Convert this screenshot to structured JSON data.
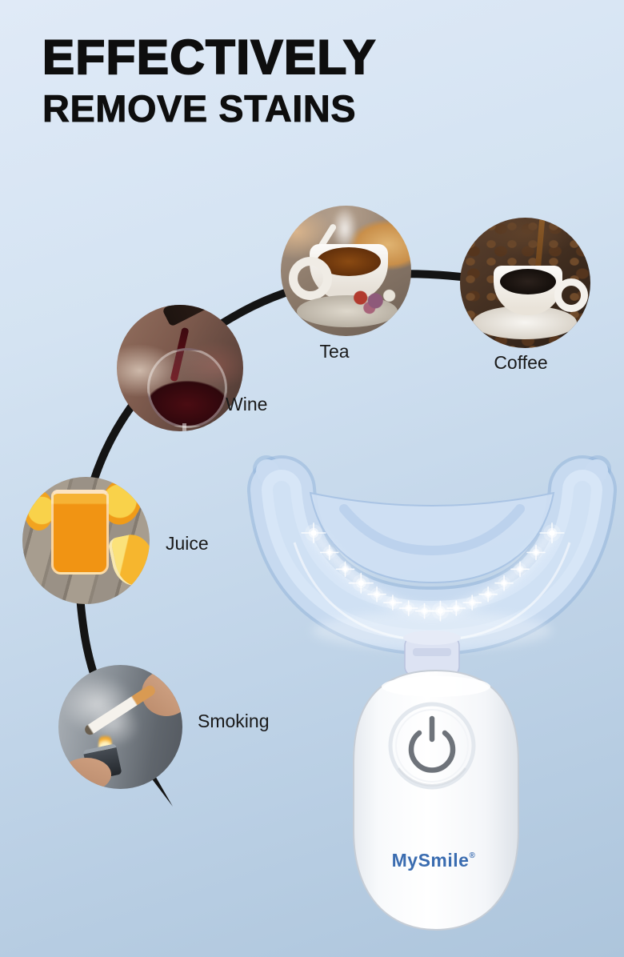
{
  "title": {
    "line1": "EFFECTIVELY",
    "line2": "REMOVE STAINS"
  },
  "stain_sources": [
    {
      "id": "tea",
      "label": "Tea"
    },
    {
      "id": "coffee",
      "label": "Coffee"
    },
    {
      "id": "wine",
      "label": "Wine"
    },
    {
      "id": "juice",
      "label": "Juice"
    },
    {
      "id": "smoking",
      "label": "Smoking"
    }
  ],
  "device": {
    "brand": "MySmile",
    "reg_mark": "®",
    "led_count": 16
  },
  "colors": {
    "background_top": "#e0eaf7",
    "background_bottom": "#adc5dc",
    "title_text": "#0e0e0e",
    "label_text": "#1a1a1a",
    "arc_black": "#141414",
    "brand_blue": "#3a6cb0",
    "tray_blue": "#c8dbf1",
    "led_white": "#ffffff"
  }
}
